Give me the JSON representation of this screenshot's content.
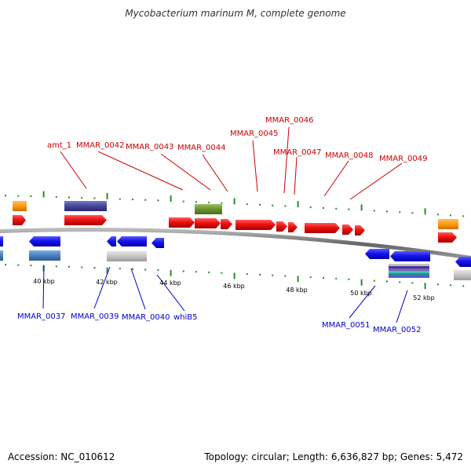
{
  "header": {
    "title": "Mycobacterium marinum M, complete genome"
  },
  "footer": {
    "accession": "Accession: NC_010612",
    "stats": "Topology: circular; Length: 6,636,827 bp; Genes: 5,472"
  },
  "colors": {
    "forward": "#ee1111",
    "reverse": "#1111ee",
    "top_label": "#cc0000",
    "bottom_label": "#0000cc",
    "backbone": "#888888",
    "dotted_ruler": "#2a8a2a"
  },
  "ticks": [
    "40 kbp",
    "42 kbp",
    "44 kbp",
    "46 kbp",
    "48 kbp",
    "50 kbp",
    "52 kbp"
  ],
  "top_labels": [
    "amt_1",
    "MMAR_0042",
    "MMAR_0043",
    "MMAR_0044",
    "MMAR_0045",
    "MMAR_0046",
    "MMAR_0047",
    "MMAR_0048",
    "MMAR_0049"
  ],
  "bottom_labels": [
    "MMAR_0037",
    "MMAR_0039",
    "MMAR_0040",
    "whiB5",
    "MMAR_0051",
    "MMAR_0052"
  ]
}
